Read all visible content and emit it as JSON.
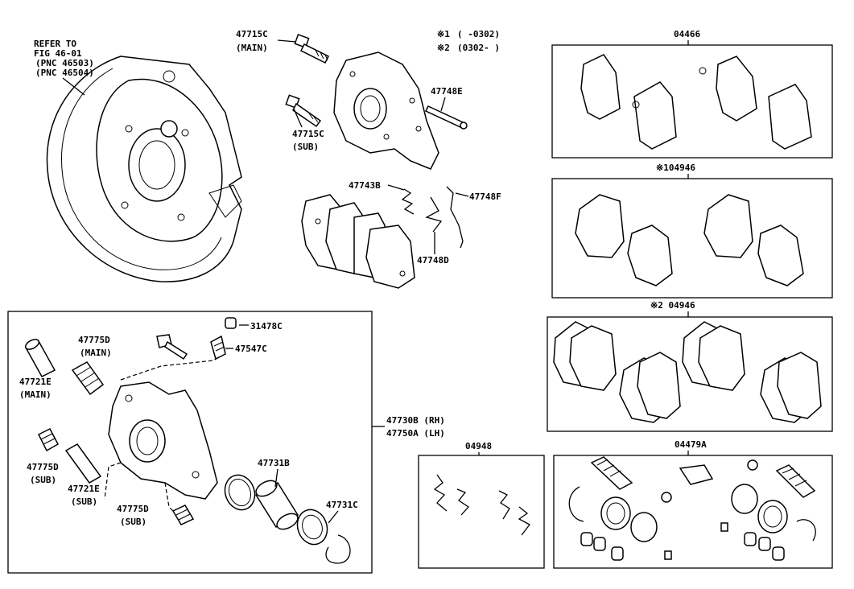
{
  "refer_note": {
    "line1": "REFER TO",
    "line2": "FIG 46-01",
    "line3": "(PNC 46503)",
    "line4": "(PNC 46504)"
  },
  "legend": {
    "n1": "※1",
    "n1_range": "(     -0302)",
    "n2": "※2",
    "n2_range": "(0302-     )"
  },
  "labels": {
    "p47715C": "47715C",
    "main_a": "(MAIN)",
    "p47715C_b": "47715C",
    "sub_a": "(SUB)",
    "p47748E": "47748E",
    "p47743B": "47743B",
    "p47748F": "47748F",
    "p47748D": "47748D",
    "p31478C": "31478C",
    "p47547C": "47547C",
    "p47775D_a": "47775D",
    "main_b": "(MAIN)",
    "p47721E_a": "47721E",
    "main_c": "(MAIN)",
    "p47775D_b": "47775D",
    "sub_b": "(SUB)",
    "p47721E_b": "47721E",
    "sub_c": "(SUB)",
    "p47775D_c": "47775D",
    "sub_d": "(SUB)",
    "p47731B": "47731B",
    "p47731C": "47731C",
    "p47730B": "47730B (RH)",
    "p47750A": "47750A (LH)"
  },
  "kits": {
    "k04466": "04466",
    "k04946_1": "※104946",
    "k04946_2": "※2 04946",
    "k04948": "04948",
    "k04479A": "04479A"
  }
}
